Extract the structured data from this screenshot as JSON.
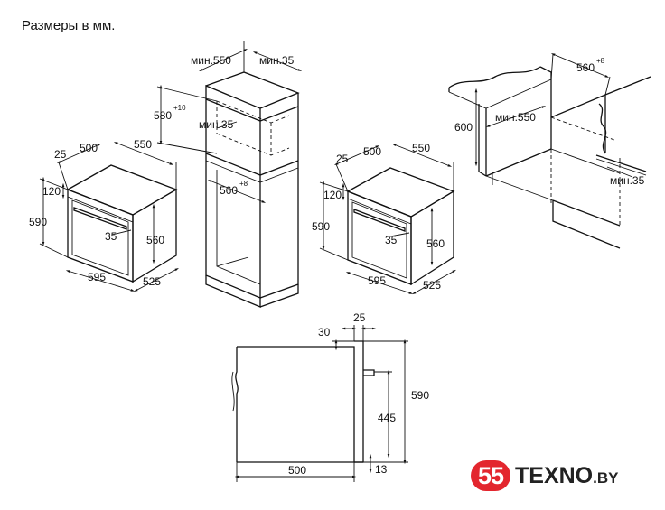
{
  "title": "Размеры в мм.",
  "oven_left": {
    "d500": "500",
    "d550": "550",
    "d25": "25",
    "d120": "120",
    "d590": "590",
    "d35": "35",
    "d560": "560",
    "d595": "595",
    "d525": "525"
  },
  "tall_cabinet": {
    "min550": "мин.550",
    "min35_top": "мин.35",
    "h580": "580",
    "h580_sup": "+10",
    "min35_mid": "мин.35",
    "w560": "560",
    "w560_sup": "+8"
  },
  "oven_right": {
    "d500": "500",
    "d550": "550",
    "d25": "25",
    "d120": "120",
    "d590": "590",
    "d35": "35",
    "d560": "560",
    "d595": "595",
    "d525": "525"
  },
  "undercounter": {
    "w560": "560",
    "w560_sup": "+8",
    "h600": "600",
    "min550": "мин.550",
    "min35": "мин.35"
  },
  "side_view": {
    "d25": "25",
    "d30": "30",
    "d590": "590",
    "d445": "445",
    "d500": "500",
    "d13": "13"
  },
  "logo": {
    "number": "55",
    "name": "TEXNO",
    "domain": ".BY"
  },
  "colors": {
    "logo_red": "#e3262e",
    "line": "#111111"
  }
}
